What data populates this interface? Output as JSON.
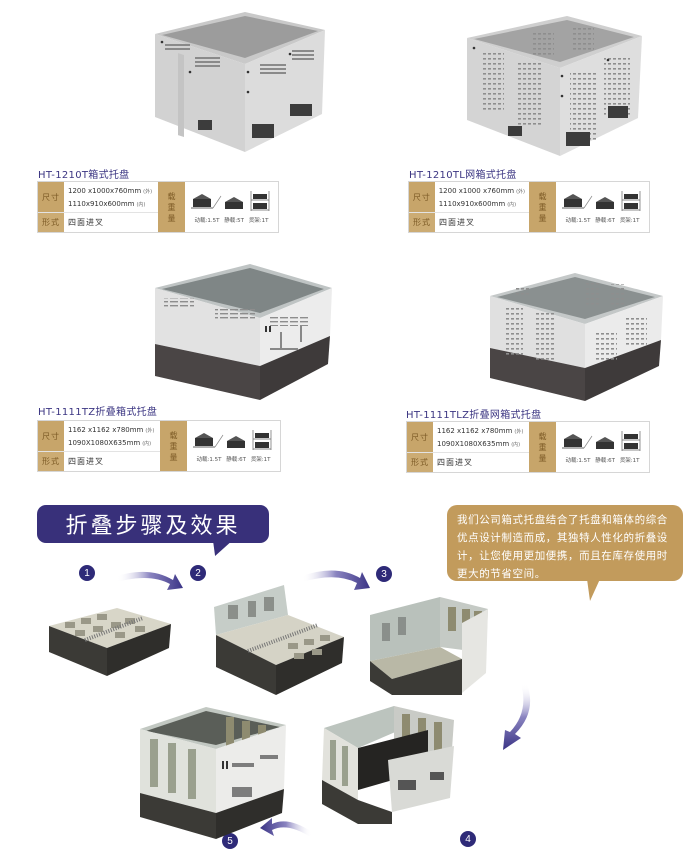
{
  "products": [
    {
      "id": "ht-1210t",
      "title": "HT-1210T箱式托盘",
      "size_label": "尺寸",
      "outer": "1200 x1000x760mm",
      "outer_unit": "(外)",
      "inner": "1110x910x600mm",
      "inner_unit": "(内)",
      "form_label": "形式",
      "form_value": "四面进叉",
      "load_label": [
        "载",
        "重",
        "量"
      ],
      "load_caption": "动载:1.5T 静载:5T 货架:1T",
      "style": "solid-grey"
    },
    {
      "id": "ht-1210tl",
      "title": "HT-1210TL网箱式托盘",
      "size_label": "尺寸",
      "outer": "1200 x1000 x760mm",
      "outer_unit": "(外)",
      "inner": "1110x910x600mm",
      "inner_unit": "(内)",
      "form_label": "形式",
      "form_value": "四面进叉",
      "load_label": [
        "载",
        "重",
        "量"
      ],
      "load_caption": "动载:1.5T 静载:6T 货架:1T",
      "style": "vented-grey"
    },
    {
      "id": "ht-1111tz",
      "title": "HT-1111TZ折叠箱式托盘",
      "size_label": "尺寸",
      "outer": "1162 x1162 x780mm",
      "outer_unit": "(外)",
      "inner": "1090X1080X635mm",
      "inner_unit": "(内)",
      "form_label": "形式",
      "form_value": "四面进叉",
      "load_label": [
        "载",
        "重",
        "量"
      ],
      "load_caption": "动载:1.5T 静载:6T 货架:1T",
      "style": "folding-solid"
    },
    {
      "id": "ht-1111tlz",
      "title": "HT-1111TLZ折叠网箱式托盘",
      "size_label": "尺寸",
      "outer": "1162 x1162 x780mm",
      "outer_unit": "(外)",
      "inner": "1090X1080X635mm",
      "inner_unit": "(内)",
      "form_label": "形式",
      "form_value": "四面进叉",
      "load_label": [
        "载",
        "重",
        "量"
      ],
      "load_caption": "动载:1.5T 静载:6T 货架:1T",
      "style": "folding-vented"
    }
  ],
  "folding_section": {
    "heading": "折叠步骤及效果",
    "description": "我们公司箱式托盘结合了托盘和箱体的综合优点设计制造而成，其独特人性化的折叠设计，让您使用更加便携，而且在库存使用时更大的节省空间。",
    "steps": [
      "1",
      "2",
      "3",
      "4",
      "5"
    ]
  },
  "colors": {
    "title_purple": "#3b3582",
    "label_gold": "#c7a56a",
    "banner_navy": "#38307a",
    "bubble_gold": "#c29b5c",
    "badge_navy": "#2e2a78"
  }
}
